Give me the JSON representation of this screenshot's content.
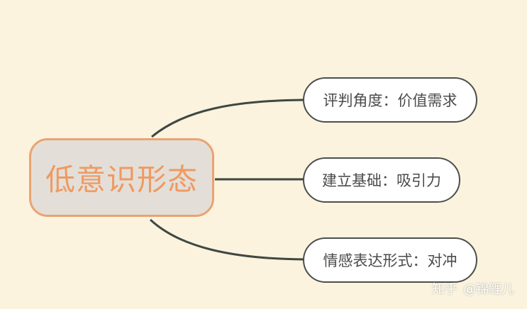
{
  "mindmap": {
    "root": {
      "label": "低意识形态"
    },
    "branches": [
      {
        "label": "评判角度：价值需求"
      },
      {
        "label": "建立基础：吸引力"
      },
      {
        "label": "情感表达形式：对冲"
      }
    ]
  },
  "watermark": {
    "site": "知乎",
    "author": "@锦鲤儿"
  },
  "colors": {
    "background": "#fbf3dd",
    "root_fill": "#e3dfd8",
    "root_border": "#e9a373",
    "root_text": "#ef9a63",
    "branch_border": "#4a4f4c",
    "connector": "#3f4742"
  }
}
